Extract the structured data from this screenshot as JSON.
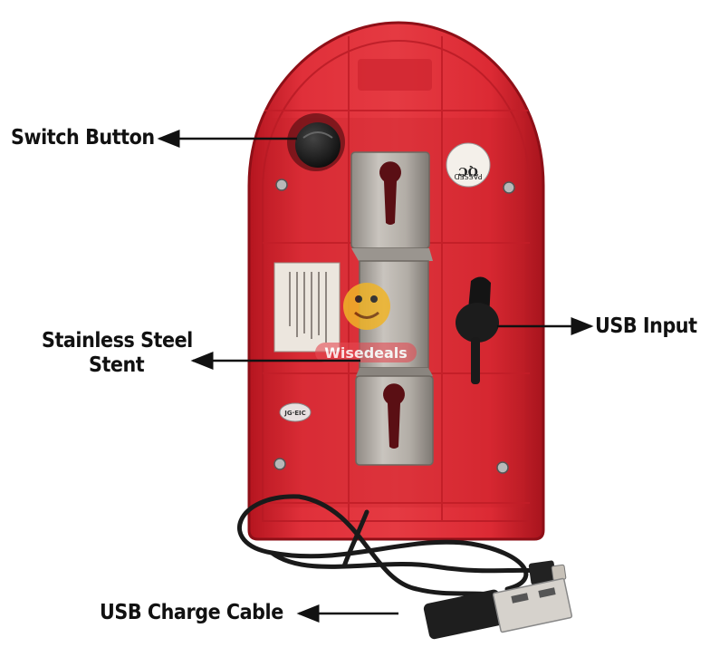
{
  "callouts": {
    "switch_button": "Switch Button",
    "stent_line1": "Stainless Steel",
    "stent_line2": "Stent",
    "usb_input": "USB Input",
    "usb_cable": "USB Charge Cable"
  },
  "product_markings": {
    "qc_label_line1": "QC",
    "qc_label_line2": "PASSED",
    "logo_mark": "JG·EIC"
  },
  "watermark": {
    "text": "Wisedeals"
  },
  "colors": {
    "housing_red": "#d9242e",
    "housing_dark": "#a8141d",
    "steel": "#b9b4ae",
    "cable": "#1a1a1a",
    "text": "#111111"
  }
}
